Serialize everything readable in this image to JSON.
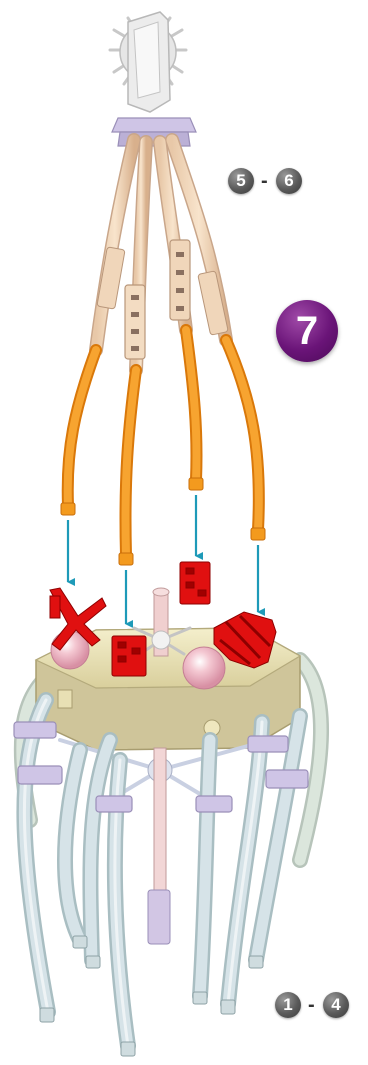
{
  "steps": {
    "top_range": {
      "from": "5",
      "sep": "-",
      "to": "6"
    },
    "current": "7",
    "bottom_range": {
      "from": "1",
      "sep": "-",
      "to": "4"
    }
  },
  "colors": {
    "step_badge_grey": "#555555",
    "current_step_purple": "#6a1478",
    "arrow_teal": "#1e9ab8",
    "tube_orange": "#f39a1e",
    "part_red": "#e01010",
    "clip_lavender": "#c8bde0",
    "hub_cream": "#ece6bc"
  },
  "icons": [
    "down-arrow-icon",
    "down-arrow-icon",
    "down-arrow-icon",
    "down-arrow-icon"
  ]
}
